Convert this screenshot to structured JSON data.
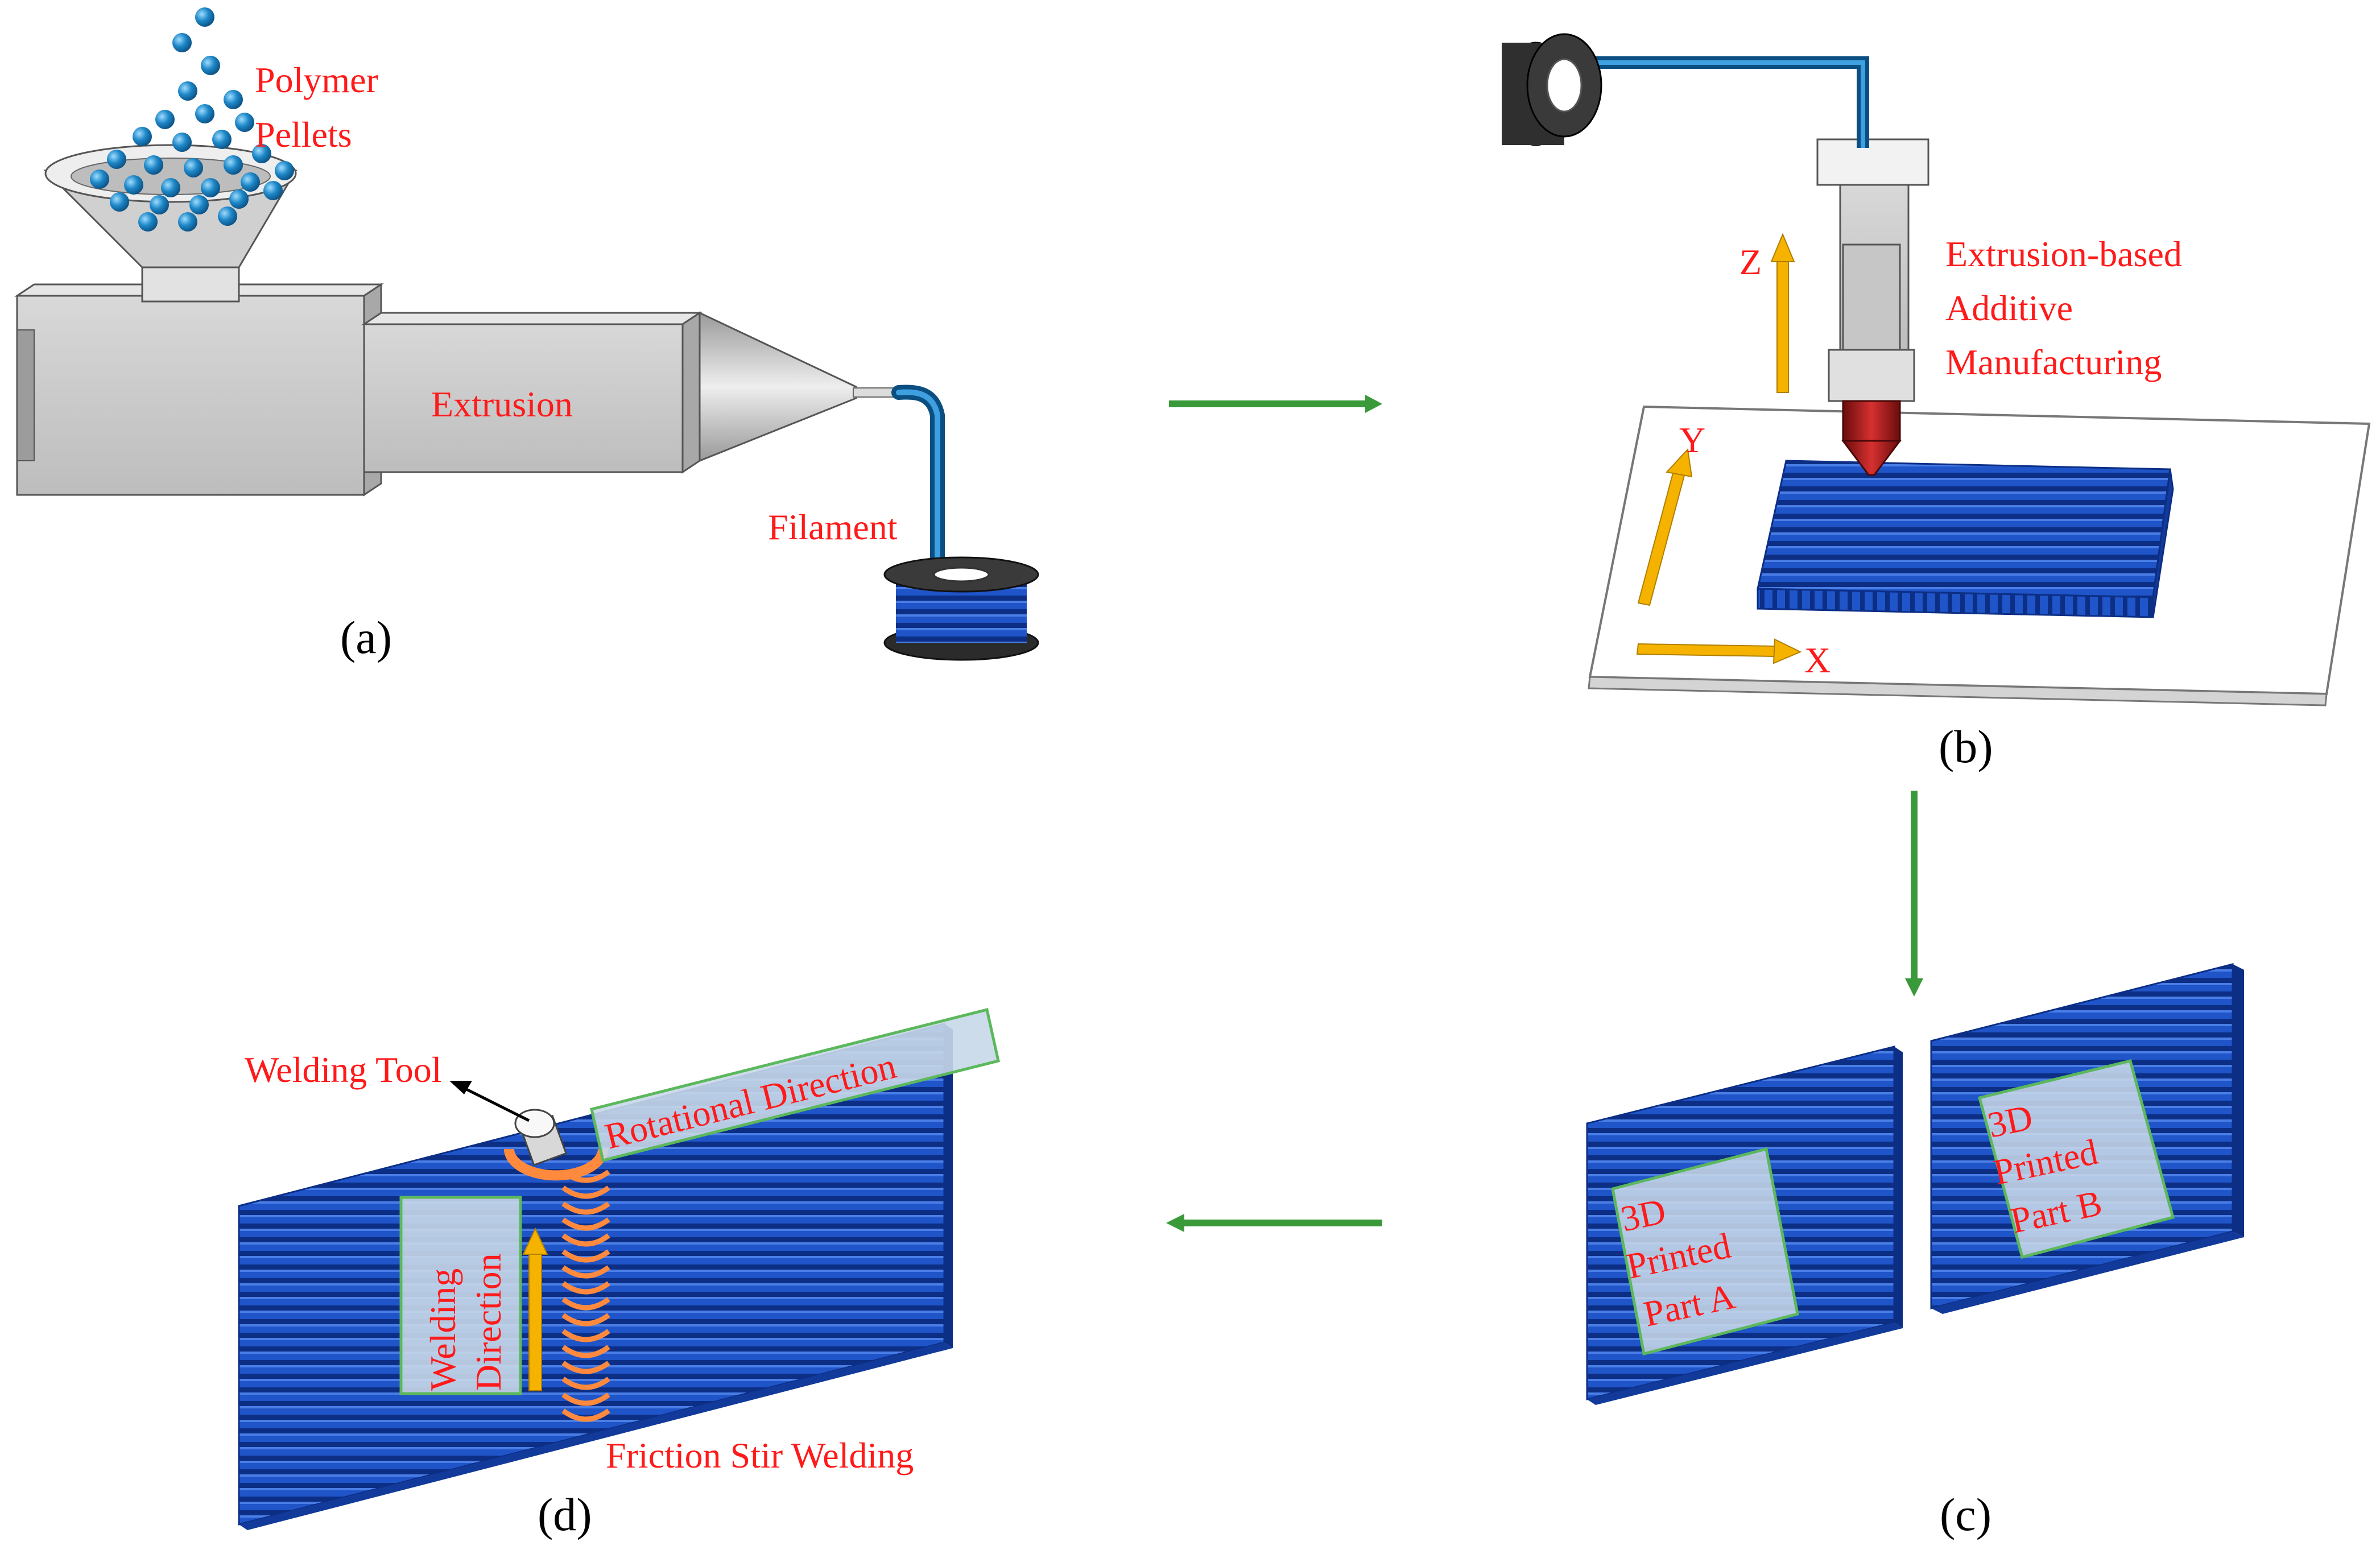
{
  "panels": {
    "a": {
      "caption": "(a)",
      "labels": {
        "pellets_line1": "Polymer",
        "pellets_line2": "Pellets",
        "extrusion": "Extrusion",
        "filament": "Filament"
      }
    },
    "b": {
      "caption": "(b)",
      "labels": {
        "line1": "Extrusion-based",
        "line2": "Additive",
        "line3": "Manufacturing",
        "axis_x": "X",
        "axis_y": "Y",
        "axis_z": "Z"
      }
    },
    "c": {
      "caption": "(c)",
      "part_a": [
        "3D",
        "Printed",
        "Part A"
      ],
      "part_b": [
        "3D",
        "Printed",
        "Part B"
      ]
    },
    "d": {
      "caption": "(d)",
      "labels": {
        "welding_tool": "Welding Tool",
        "rotational_direction": "Rotational Direction",
        "welding_direction_line1": "Welding",
        "welding_direction_line2": "Direction",
        "friction_stir_welding": "Friction Stir Welding"
      }
    }
  },
  "colors": {
    "label_text": "#ff1a1a",
    "caption_text": "#000000",
    "flow_arrow": "#3a9a3a",
    "axis_arrow": "#f5b300",
    "printed_blue": "#1f55c8",
    "machine_gray": "#c4c4c4",
    "pellet_blue": "#1e88c8",
    "nozzle_red": "#b01818",
    "weld_orange": "#ff8a3d",
    "label_box_fill": "#c8d8e8",
    "label_box_border": "#5cb85c"
  },
  "icons": {
    "flow_arrows": "green-arrow",
    "axis_arrows": "orange-arrow",
    "pointer": "black-arrow"
  }
}
